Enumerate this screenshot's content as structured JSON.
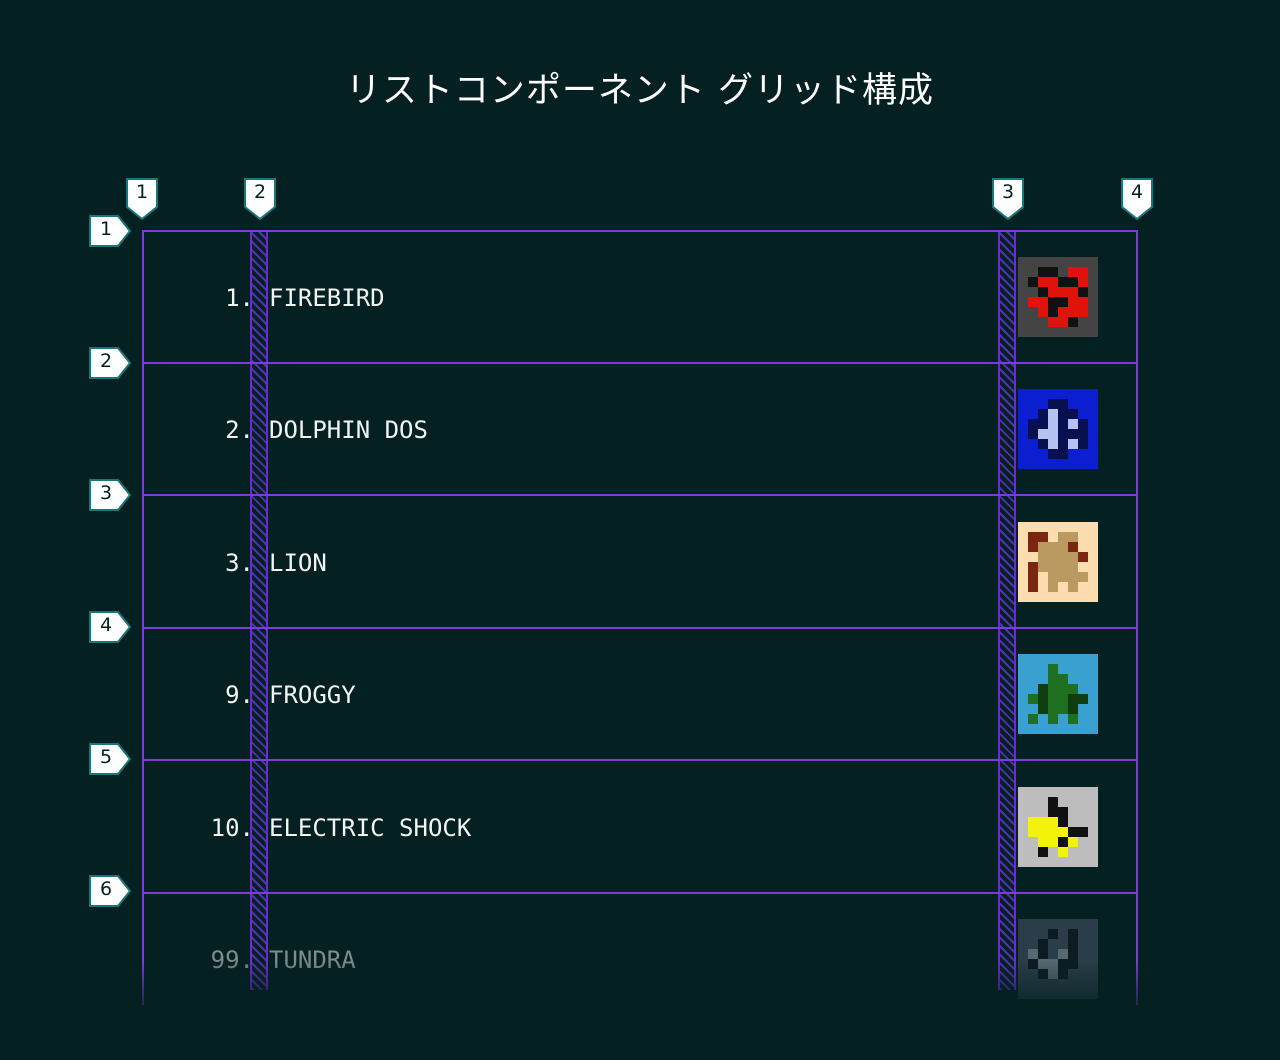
{
  "title": "リストコンポーネント グリッド構成",
  "column_markers": [
    "1",
    "2",
    "3",
    "4"
  ],
  "row_markers": [
    "1",
    "2",
    "3",
    "4",
    "5",
    "6"
  ],
  "colors": {
    "background": "#042021",
    "grid_line": "#7b3cd9",
    "marker_fill": "#ffffff",
    "marker_border": "#17777a"
  },
  "items": [
    {
      "number": "1.",
      "name": "FIREBIRD",
      "icon": "firebird-pixel-icon",
      "bg": "#444444",
      "fg": "#e0120c",
      "dark": "#111111"
    },
    {
      "number": "2.",
      "name": "DOLPHIN DOS",
      "icon": "dolphin-pixel-icon",
      "bg": "#0b1fd0",
      "fg": "#b6c3f0",
      "dark": "#081050"
    },
    {
      "number": "3.",
      "name": "LION",
      "icon": "lion-pixel-icon",
      "bg": "#fddcb0",
      "fg": "#bb9a62",
      "dark": "#7b2610"
    },
    {
      "number": "9.",
      "name": "FROGGY",
      "icon": "frog-pixel-icon",
      "bg": "#3aa0d0",
      "fg": "#1f6f20",
      "dark": "#0e3d10"
    },
    {
      "number": "10.",
      "name": "ELECTRIC SHOCK",
      "icon": "lightning-pixel-icon",
      "bg": "#bdbdbd",
      "fg": "#f2f20a",
      "dark": "#111111"
    },
    {
      "number": "99.",
      "name": "TUNDRA",
      "icon": "tundra-pixel-icon",
      "bg": "#4a5568",
      "fg": "#9aa4b4",
      "dark": "#151a25"
    }
  ]
}
